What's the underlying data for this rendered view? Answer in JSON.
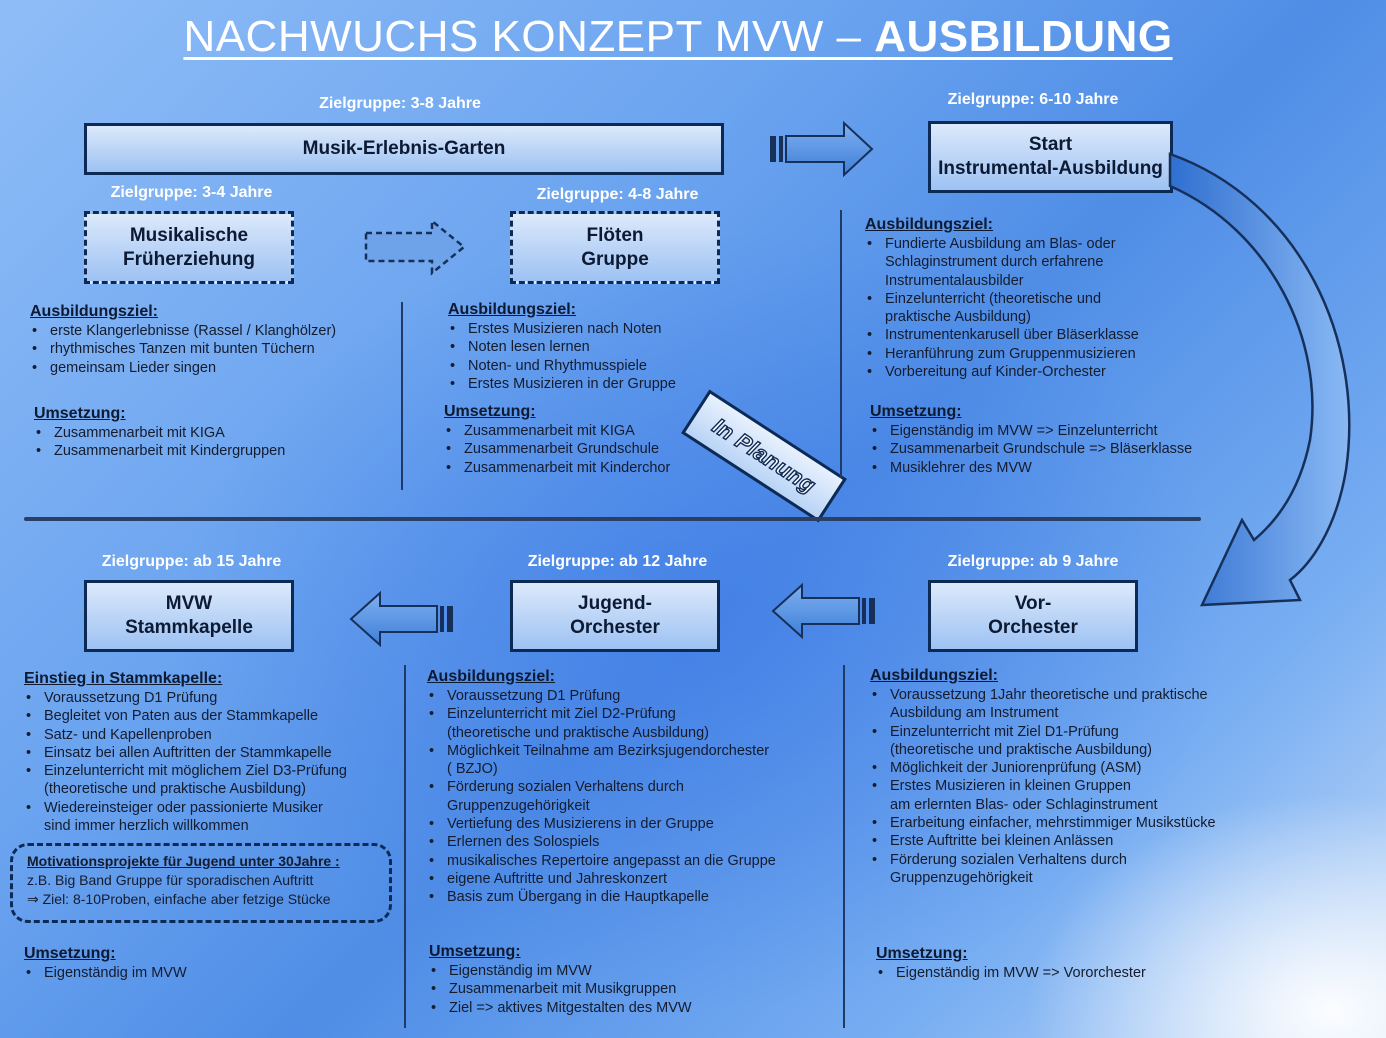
{
  "title": {
    "main": "NACHWUCHS KONZEPT MVW – ",
    "bold": "AUSBILDUNG"
  },
  "mega": {
    "zielgruppe": "Zielgruppe: 3-8 Jahre",
    "label": "Musik-Erlebnis-Garten"
  },
  "frueh": {
    "zielgruppe": "Zielgruppe: 3-4 Jahre",
    "label": [
      "Musikalische",
      "Früherziehung"
    ],
    "ziel_head": "Ausbildungsziel:",
    "ziel": [
      "erste Klangerlebnisse (Rassel / Klanghölzer)",
      "rhythmisches Tanzen mit bunten Tüchern",
      "gemeinsam Lieder singen"
    ],
    "ums_head": "Umsetzung:",
    "ums": [
      "Zusammenarbeit mit KIGA",
      "Zusammenarbeit mit Kindergruppen"
    ]
  },
  "floeten": {
    "zielgruppe": "Zielgruppe: 4-8 Jahre",
    "label": [
      "Flöten",
      "Gruppe"
    ],
    "ziel_head": "Ausbildungsziel:",
    "ziel": [
      "Erstes Musizieren nach Noten",
      "Noten lesen lernen",
      "Noten- und Rhythmusspiele",
      "Erstes Musizieren in der Gruppe"
    ],
    "ums_head": "Umsetzung:",
    "ums": [
      "Zusammenarbeit mit KIGA",
      "Zusammenarbeit Grundschule",
      "Zusammenarbeit mit Kinderchor"
    ],
    "stamp": "In Planung"
  },
  "start": {
    "zielgruppe": "Zielgruppe: 6-10 Jahre",
    "label": [
      "Start",
      "Instrumental-Ausbildung"
    ],
    "ziel_head": "Ausbildungsziel:",
    "ziel": [
      [
        "Fundierte Ausbildung am Blas- oder",
        "Schlaginstrument durch erfahrene",
        "Instrumentalausbilder"
      ],
      [
        "Einzelunterricht (theoretische und",
        "praktische Ausbildung)"
      ],
      [
        "Instrumentenkarusell über Bläserklasse"
      ],
      [
        "Heranführung zum Gruppenmusizieren"
      ],
      [
        "Vorbereitung auf Kinder-Orchester"
      ]
    ],
    "ums_head": "Umsetzung:",
    "ums": [
      "Eigenständig im MVW => Einzelunterricht",
      "Zusammenarbeit Grundschule => Bläserklasse",
      "Musiklehrer des MVW"
    ]
  },
  "stamm": {
    "zielgruppe": "Zielgruppe: ab 15 Jahre",
    "label": [
      "MVW",
      "Stammkapelle"
    ],
    "ziel_head": "Einstieg in Stammkapelle:",
    "ziel": [
      [
        "Voraussetzung D1 Prüfung"
      ],
      [
        "Begleitet von Paten aus der Stammkapelle"
      ],
      [
        "Satz- und Kapellenproben"
      ],
      [
        "Einsatz bei allen Auftritten der Stammkapelle"
      ],
      [
        "Einzelunterricht mit möglichem Ziel D3-Prüfung",
        "(theoretische und praktische Ausbildung)"
      ],
      [
        "Wiedereinsteiger oder passionierte Musiker",
        "sind immer herzlich willkommen"
      ]
    ],
    "motiv_head": "Motivationsprojekte für Jugend unter 30Jahre :",
    "motiv_lines": [
      "z.B. Big Band Gruppe für sporadischen Auftritt",
      "⇒  Ziel: 8-10Proben, einfache aber fetzige Stücke"
    ],
    "ums_head": "Umsetzung:",
    "ums": [
      "Eigenständig im MVW"
    ]
  },
  "jugend": {
    "zielgruppe": "Zielgruppe: ab 12 Jahre",
    "label": [
      "Jugend-",
      "Orchester"
    ],
    "ziel_head": "Ausbildungsziel:",
    "ziel": [
      [
        "Voraussetzung D1 Prüfung"
      ],
      [
        "Einzelunterricht mit Ziel D2-Prüfung",
        "(theoretische und praktische Ausbildung)"
      ],
      [
        "Möglichkeit Teilnahme am Bezirksjugendorchester",
        "( BZJO)"
      ],
      [
        "Förderung sozialen Verhaltens durch",
        "Gruppenzugehörigkeit"
      ],
      [
        "Vertiefung des Musizierens in der Gruppe"
      ],
      [
        "Erlernen des Solospiels"
      ],
      [
        "musikalisches Repertoire angepasst an die Gruppe"
      ],
      [
        "eigene Auftritte und Jahreskonzert"
      ],
      [
        "Basis zum Übergang in die Hauptkapelle"
      ]
    ],
    "ums_head": "Umsetzung:",
    "ums": [
      "Eigenständig im MVW",
      "Zusammenarbeit mit Musikgruppen",
      "Ziel => aktives Mitgestalten des MVW"
    ]
  },
  "vor": {
    "zielgruppe": "Zielgruppe: ab 9 Jahre",
    "label": [
      "Vor-",
      "Orchester"
    ],
    "ziel_head": "Ausbildungsziel:",
    "ziel": [
      [
        "Voraussetzung 1Jahr theoretische und praktische",
        "Ausbildung am Instrument"
      ],
      [
        "Einzelunterricht mit Ziel D1-Prüfung",
        "(theoretische und praktische Ausbildung)"
      ],
      [
        "Möglichkeit der Juniorenprüfung (ASM)"
      ],
      [
        "Erstes Musizieren in kleinen Gruppen",
        "am erlernten Blas- oder Schlaginstrument"
      ],
      [
        "Erarbeitung einfacher, mehrstimmiger Musikstücke"
      ],
      [
        "Erste Auftritte bei  kleinen Anlässen"
      ],
      [
        "Förderung sozialen Verhaltens durch",
        "Gruppenzugehörigkeit"
      ]
    ],
    "ums_head": "Umsetzung:",
    "ums": [
      "Eigenständig im MVW => Vororchester"
    ]
  }
}
